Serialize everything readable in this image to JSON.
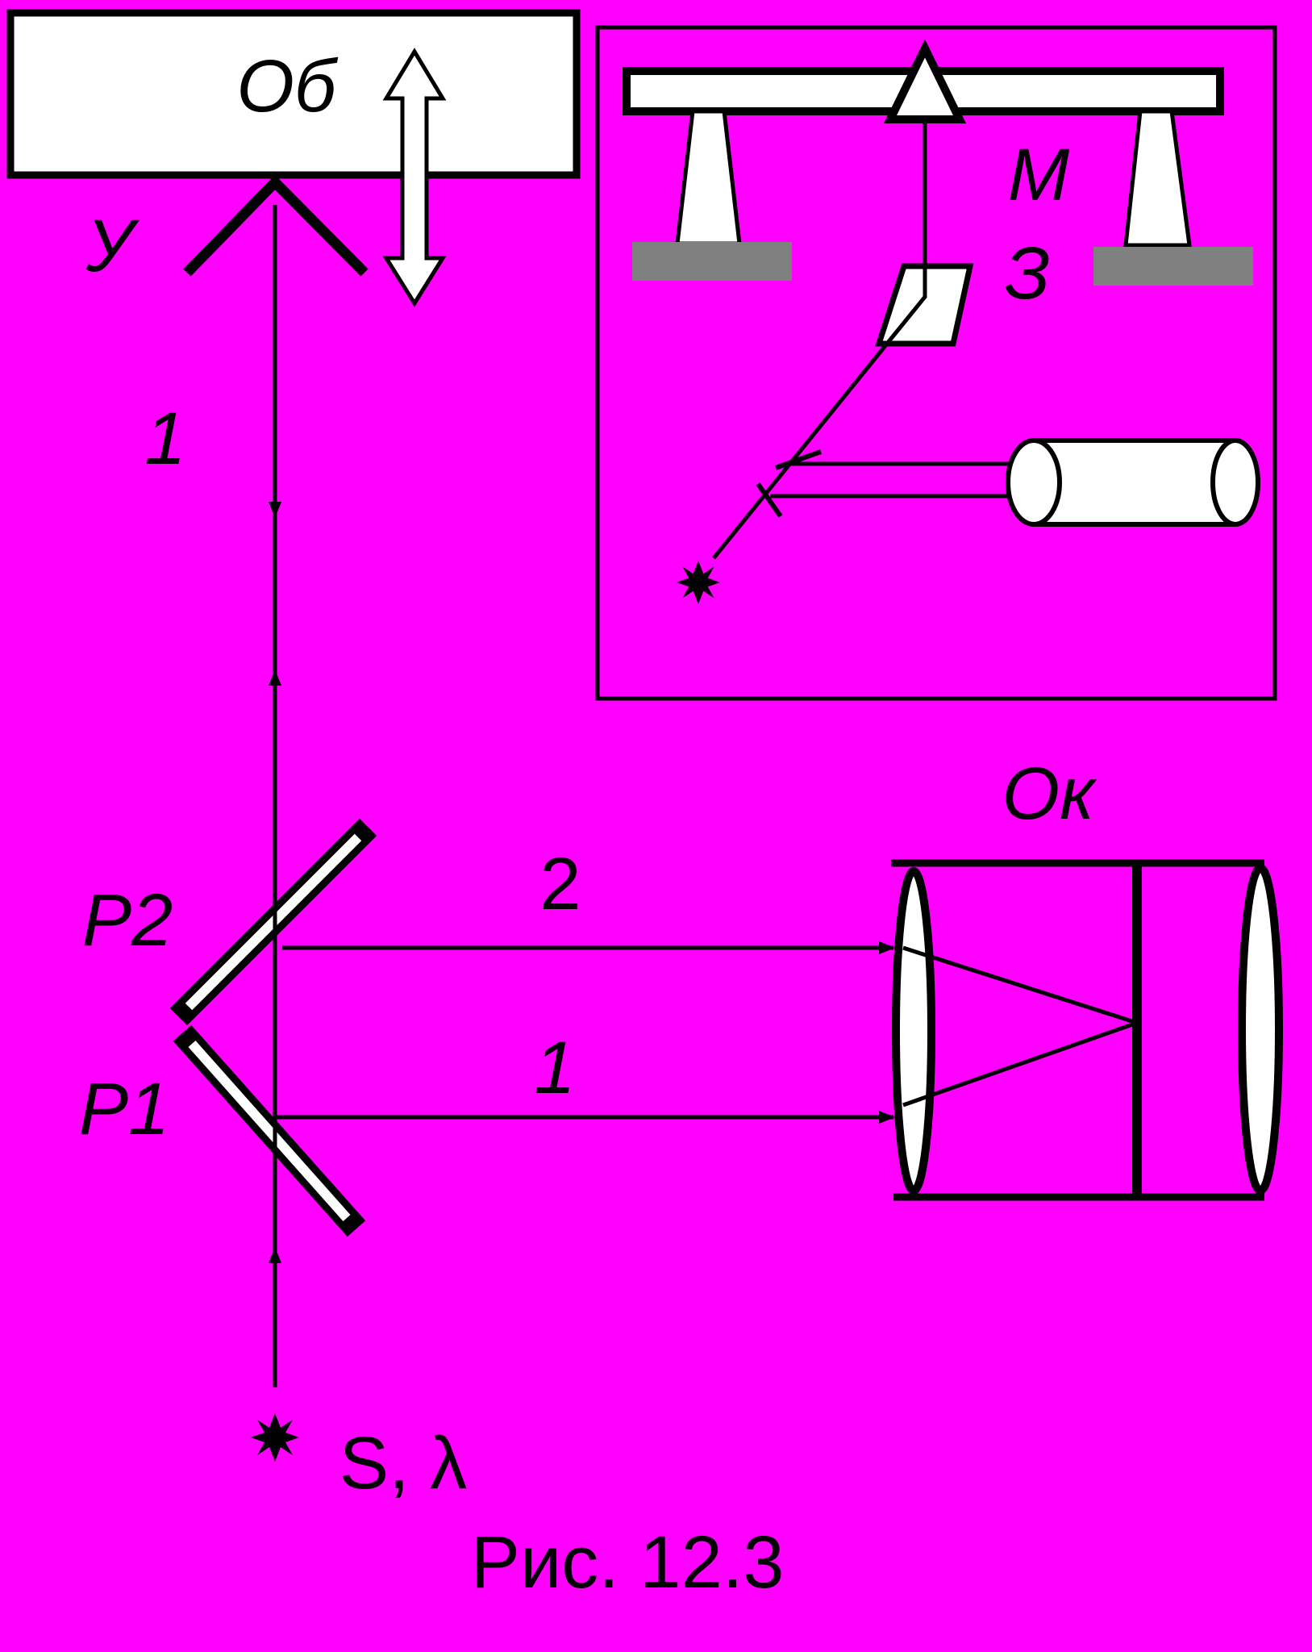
{
  "labels": {
    "objective": "Об",
    "mirror": "У",
    "ray1_top": "1",
    "ray2": "2",
    "ray1_bottom": "1",
    "plate_p2": "P2",
    "plate_p1": "P1",
    "eyepiece": "Ок",
    "inset_m": "М",
    "inset_z": "З",
    "source": "S, λ",
    "caption": "Рис. 12.3"
  },
  "colors": {
    "background": "#ff00ff",
    "ink": "#000000",
    "fill": "#ffffff",
    "support": "#808080"
  }
}
